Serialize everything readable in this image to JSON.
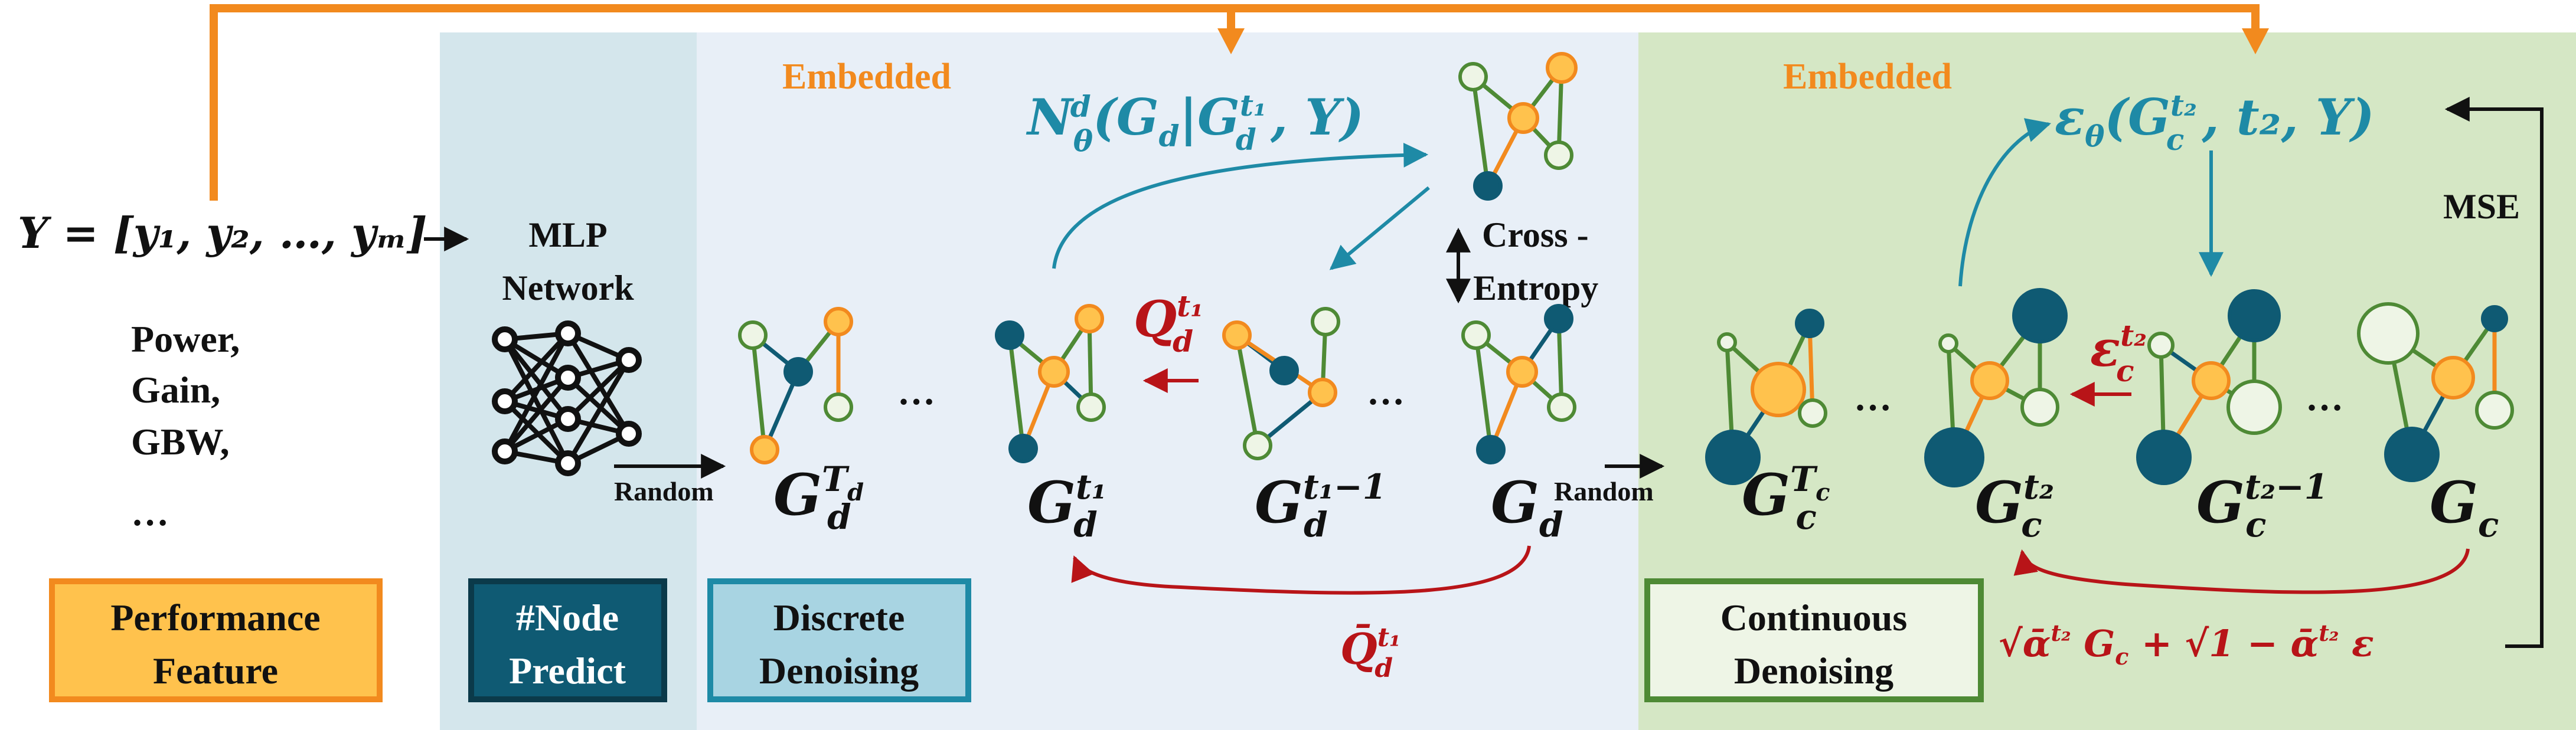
{
  "colors": {
    "orange": "#F28A1E",
    "orange_fill": "#FFC24D",
    "navy": "#0F5A73",
    "teal": "#1E8AA6",
    "green": "#4E8A35",
    "red": "#B81418",
    "panel_node": "#D4E6EC",
    "panel_discrete": "#E8EFF7",
    "panel_continuous": "#D5E7C5"
  },
  "input": {
    "y_label": "Y = [y₁, y₂, …, yₘ]",
    "features": [
      "Power,",
      "Gain,",
      "GBW,",
      "…"
    ]
  },
  "labels": {
    "mlp_line1": "MLP",
    "mlp_line2": "Network",
    "random_left": "Random",
    "random_right": "Random",
    "embedded_discrete": "Embedded",
    "embedded_continuous": "Embedded",
    "cross_entropy_line1": "Cross -",
    "cross_entropy_line2": "Entropy",
    "mse": "MSE",
    "ellipsis": "…"
  },
  "boxes": {
    "performance_line1": "Performance",
    "performance_line2": "Feature",
    "node_line1": "#Node",
    "node_line2": "Predict",
    "discrete_line1": "Discrete",
    "discrete_line2": "Denoising",
    "continuous_line1": "Continuous",
    "continuous_line2": "Denoising"
  },
  "formulas": {
    "n_theta": "Nθd(Gd|Gdt₁, Y)",
    "eps_theta": "εθ(Gct₂, t₂, Y)",
    "q_forward": "Qdt₁",
    "q_bar": "Q̄dt₁",
    "eps_c": "εct₂",
    "noise": "√ᾱt₂ Gc + √1−ᾱt₂ ε"
  },
  "graph_labels": {
    "g_dT": "GdTd",
    "g_dt1": "Gdt₁",
    "g_dt1m1": "Gdt₁−1",
    "g_d": "Gd",
    "g_cT": "GcTc",
    "g_ct2": "Gct₂",
    "g_ct2m1": "Gct₂−1",
    "g_c": "Gc"
  }
}
